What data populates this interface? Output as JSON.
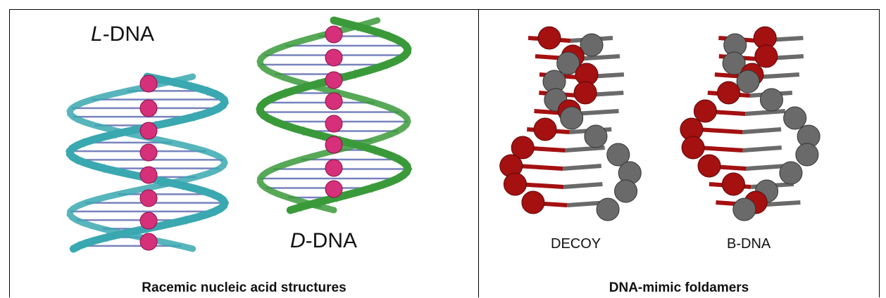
{
  "left_panel": {
    "label_l": {
      "prefix": "L",
      "suffix": "-DNA"
    },
    "label_d": {
      "prefix": "D",
      "suffix": "-DNA"
    },
    "caption": "Racemic nucleic acid structures"
  },
  "right_panel": {
    "label_decoy": "DECOY",
    "label_bdna": "B-DNA",
    "caption": "DNA-mimic foldamers"
  },
  "colors": {
    "l_dna": "#3aa8b0",
    "d_dna": "#3a9a3a",
    "ions": "#d6307a",
    "red": "#a51010",
    "grey": "#6a6a6a"
  }
}
